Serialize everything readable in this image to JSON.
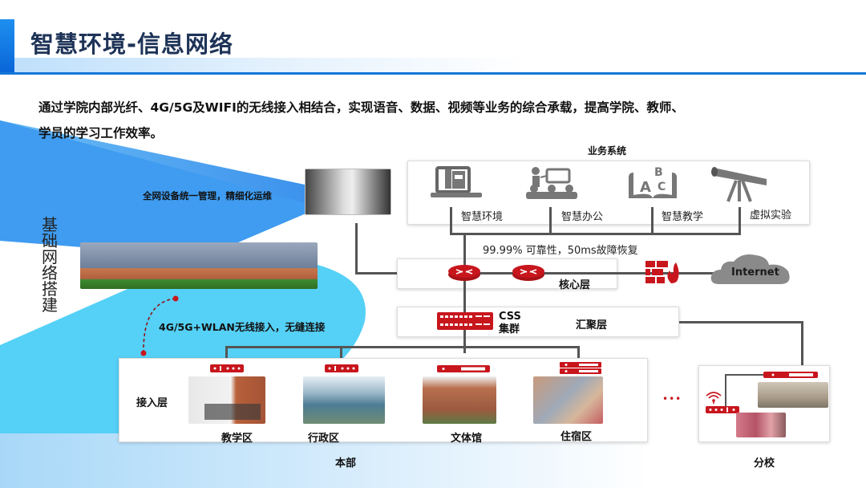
{
  "header": {
    "title": "智慧环境-信息网络"
  },
  "intro": {
    "line1": "通过学院内部光纤、4G/5G及WIFI的无线接入相结合，实现语音、数据、视频等业务的综合承载，提高学院、教师、",
    "line2": "学员的学习工作效率。"
  },
  "side_label": "基础网络搭建",
  "captions": {
    "management": "全网设备统一管理，精细化运维",
    "wireless": "4G/5G+WLAN无线接入，无缝连接",
    "reliability": "99.99% 可靠性，50ms故障恢复"
  },
  "business": {
    "title": "业务系统",
    "items": [
      {
        "label": "智慧环境",
        "icon": "laptop-books-icon"
      },
      {
        "label": "智慧办公",
        "icon": "presentation-icon"
      },
      {
        "label": "智慧教学",
        "icon": "abc-book-icon"
      },
      {
        "label": "虚拟实验",
        "icon": "telescope-icon"
      }
    ]
  },
  "core": {
    "label": "核心层",
    "internet": "Internet"
  },
  "aggregation": {
    "label": "汇聚层",
    "css_line1": "CSS",
    "css_line2": "集群"
  },
  "access": {
    "label": "接入层",
    "sites": [
      {
        "label": "教学区"
      },
      {
        "label": "行政区"
      },
      {
        "label": "文体馆"
      },
      {
        "label": "住宿区"
      }
    ],
    "group_label": "本部"
  },
  "branch": {
    "label": "分校",
    "ellipsis": "•••"
  },
  "colors": {
    "accent_blue": "#1577d8",
    "title_navy": "#1e3357",
    "device_red": "#c8161d",
    "beam_blue": "#3aa0f0",
    "beam_cyan": "#4fd0f5"
  }
}
